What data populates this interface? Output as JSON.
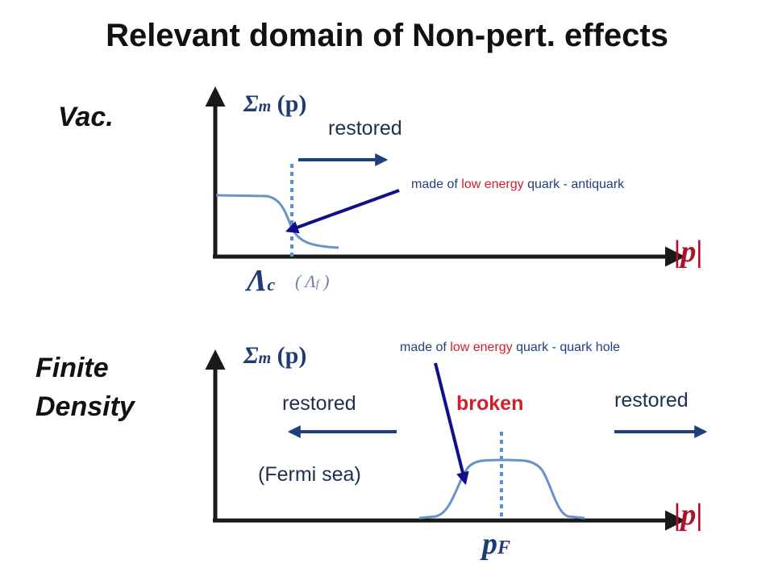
{
  "title": "Relevant domain of Non-pert. effects",
  "vac": {
    "label": "Vac.",
    "y_sym": "Σ",
    "y_sub": "m",
    "y_arg": "(p)",
    "restored": "restored",
    "note_prefix": "made of ",
    "note_highlight": "low energy",
    "note_suffix": " quark - antiquark",
    "x_label": "|p|",
    "lambda_main": "Λ",
    "lambda_main_sub": "c",
    "lambda_alt": "( Λ",
    "lambda_alt_sub": "f",
    "lambda_alt_close": ")"
  },
  "dense": {
    "label_line1": "Finite",
    "label_line2": "Density",
    "y_sym": "Σ",
    "y_sub": "m",
    "y_arg": "(p)",
    "restored_left": "restored",
    "broken": "broken",
    "restored_right": "restored",
    "fermi_sea": "(Fermi sea)",
    "note_prefix": "made of ",
    "note_highlight": "low energy",
    "note_suffix": " quark - quark hole",
    "x_label": "|p|",
    "pf": "p",
    "pf_sub": "F"
  },
  "colors": {
    "axis": "#1a1a1a",
    "curve": "#6a92c6",
    "arrow": "#1f3f7a",
    "pointer": "#10108a",
    "dotted": "#5b8fcf",
    "highlight": "#d0202a"
  }
}
